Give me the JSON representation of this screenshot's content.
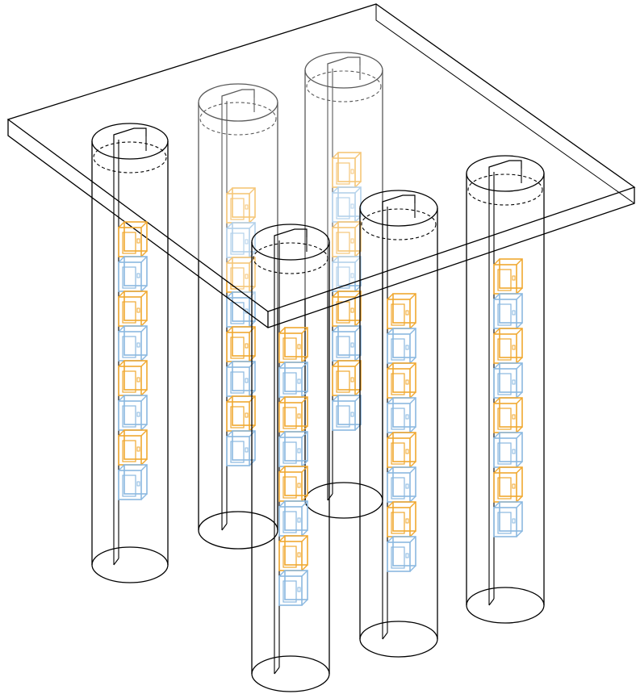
{
  "diagram": {
    "colors": {
      "outline": "#000000",
      "unit_orange": "#f0a830",
      "unit_blue": "#8ab8e0",
      "background": "#ffffff"
    },
    "pillars": [
      {
        "id": "pillar-1",
        "units": [
          {
            "color": "unit_orange"
          },
          {
            "color": "unit_blue"
          },
          {
            "color": "unit_orange"
          },
          {
            "color": "unit_blue"
          },
          {
            "color": "unit_orange"
          },
          {
            "color": "unit_blue"
          },
          {
            "color": "unit_orange"
          },
          {
            "color": "unit_blue"
          }
        ]
      },
      {
        "id": "pillar-2",
        "units": [
          {
            "color": "unit_orange"
          },
          {
            "color": "unit_blue"
          },
          {
            "color": "unit_orange"
          },
          {
            "color": "unit_blue"
          },
          {
            "color": "unit_orange"
          },
          {
            "color": "unit_blue"
          },
          {
            "color": "unit_orange"
          },
          {
            "color": "unit_blue"
          }
        ]
      },
      {
        "id": "pillar-3",
        "units": [
          {
            "color": "unit_orange"
          },
          {
            "color": "unit_blue"
          },
          {
            "color": "unit_orange"
          },
          {
            "color": "unit_blue"
          },
          {
            "color": "unit_orange"
          },
          {
            "color": "unit_blue"
          },
          {
            "color": "unit_orange"
          },
          {
            "color": "unit_blue"
          }
        ]
      },
      {
        "id": "pillar-4",
        "units": [
          {
            "color": "unit_orange"
          },
          {
            "color": "unit_blue"
          },
          {
            "color": "unit_orange"
          },
          {
            "color": "unit_blue"
          },
          {
            "color": "unit_orange"
          },
          {
            "color": "unit_blue"
          },
          {
            "color": "unit_orange"
          },
          {
            "color": "unit_blue"
          }
        ]
      },
      {
        "id": "pillar-5",
        "units": [
          {
            "color": "unit_orange"
          },
          {
            "color": "unit_blue"
          },
          {
            "color": "unit_orange"
          },
          {
            "color": "unit_blue"
          },
          {
            "color": "unit_orange"
          },
          {
            "color": "unit_blue"
          },
          {
            "color": "unit_orange"
          },
          {
            "color": "unit_blue"
          }
        ]
      },
      {
        "id": "pillar-6",
        "units": [
          {
            "color": "unit_orange"
          },
          {
            "color": "unit_blue"
          },
          {
            "color": "unit_orange"
          },
          {
            "color": "unit_blue"
          },
          {
            "color": "unit_orange"
          },
          {
            "color": "unit_blue"
          },
          {
            "color": "unit_orange"
          },
          {
            "color": "unit_blue"
          }
        ]
      }
    ]
  }
}
